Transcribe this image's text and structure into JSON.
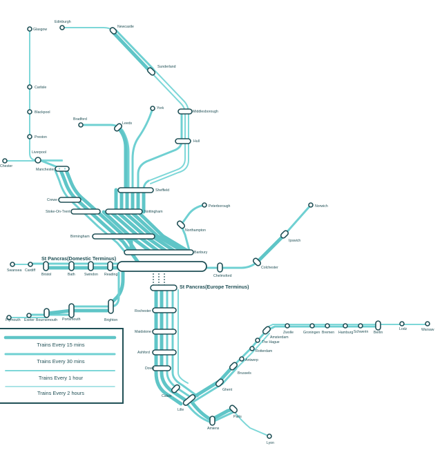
{
  "stations": {
    "edinburgh": "Edinburgh",
    "glasgow": "Glasgow",
    "newcastle": "Newcastle",
    "sunderland": "Sunderland",
    "carlisle": "Carlisle",
    "blackpool": "Blackpool",
    "preston": "Preston",
    "liverpool": "Liverpool",
    "chester": "Chester",
    "manchester": "Manchester",
    "york": "York",
    "bradford": "Bradford",
    "leeds": "Leeds",
    "middlesborough": "Middlesborough",
    "hull": "Hull",
    "sheffield": "Sheffield",
    "crewe": "Crewe",
    "stoke": "Stoke-On-Trent",
    "nottingham": "Nottingham",
    "peterborough": "Peterborough",
    "norwich": "Norwich",
    "northampton": "Northampton",
    "ipswich": "Ipswich",
    "birmingham": "Birmingham",
    "banbury": "Banbury",
    "colchester": "Colchester",
    "chelmsford": "Chelmsford",
    "swansea": "Swansea",
    "cardiff": "Cardiff",
    "bristol": "Bristol",
    "bath": "Bath",
    "swindon": "Swindon",
    "reading": "Reading",
    "plymouth": "Plymouth",
    "exeter": "Exeter",
    "bournemouth": "Bournemouth",
    "portsmouth": "Portsmouth",
    "brighton": "Brighton",
    "rochester": "Rochester",
    "maidstone": "Maidstone",
    "ashford": "Ashford",
    "dover": "Dover",
    "calais": "Calais",
    "lille": "Lille",
    "amiens": "Amiens",
    "paris": "Paris",
    "lyon": "Lyon",
    "ghent": "Ghent",
    "brussels": "Brussels",
    "antwerp": "Antwerp",
    "rotterdam": "Rotterdam",
    "thehague": "The Hague",
    "amsterdam": "Amsterdam",
    "zwolle": "Zwolle",
    "groningen": "Groningen",
    "bremen": "Bremen",
    "hamburg": "Hamburg",
    "schwerin": "Schwerin",
    "berlin": "Berlin",
    "lodz": "Lodz",
    "warsaw": "Warsaw"
  },
  "termini": {
    "domestic": "St Pancras(Domestic Terminus)",
    "europe": "St Pancras(Europe Terminus)"
  },
  "legend": {
    "items": [
      {
        "label": "Trains Every 15 mins"
      },
      {
        "label": "Trains Every 30 mins"
      },
      {
        "label": "Trains Every 1 hour"
      },
      {
        "label": "Trains Every 2 hours"
      }
    ]
  },
  "colors": {
    "line": "#5fc5c7",
    "station_outline": "#1f4f55",
    "text": "#1f4f55",
    "legend_border": "#1f4f55"
  }
}
